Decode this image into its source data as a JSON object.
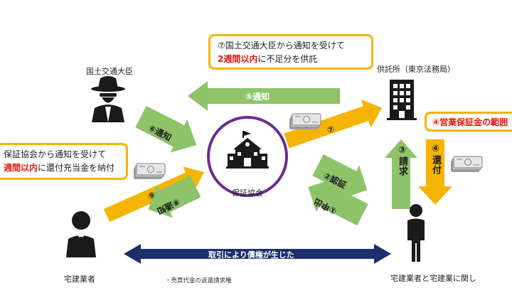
{
  "nodes": {
    "minister": "国土交通大臣",
    "depository": "供託所（東京法務局）",
    "association": "保証協会",
    "member": "宅建業者",
    "creditor": "宅建業者と宅建業に関し"
  },
  "callouts": {
    "top_line1": "⑦国土交通大臣から通知を受けて",
    "top_red": "2週間以内",
    "top_rest": "に不足分を供託",
    "left_line1": "保証協会から通知を受けて",
    "left_red": "週間以内",
    "left_rest": "に還付充当金を納付",
    "right_text": "④営業保証金の範囲"
  },
  "arrows": {
    "notify5": "⑤通知",
    "notify6": "⑥通知",
    "step7": "⑦",
    "request3": "③請求",
    "refund4": "④還付",
    "recognize2": "②認証",
    "apply1": "①申出",
    "notify8": "⑧通知",
    "step9": "⑨",
    "bottom": "取引により債権が生じた"
  },
  "notes": {
    "item1": "・売買代金の返還請求権"
  },
  "colors": {
    "green": "#8fc36a",
    "yellow": "#f5b400",
    "navy": "#1d2f6b",
    "purple": "#6a2c91",
    "red": "#e8190e"
  },
  "icons": [
    "spy-icon",
    "building-icon",
    "school-icon",
    "businessman-icon",
    "person-icon",
    "money-icon"
  ]
}
